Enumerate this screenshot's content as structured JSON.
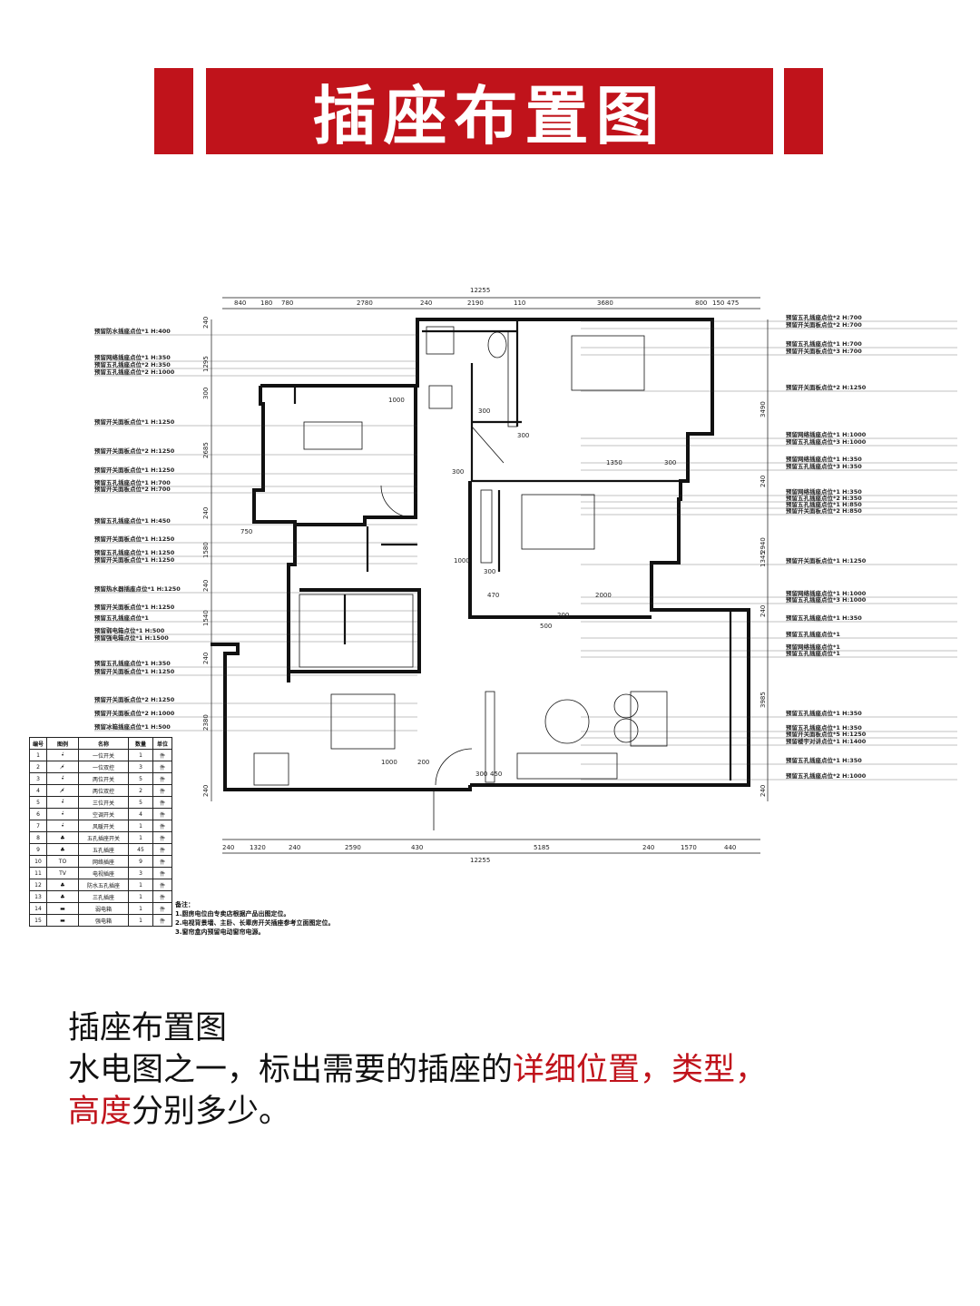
{
  "banner": {
    "title": "插座布置图"
  },
  "plan": {
    "overall_width": "12255",
    "top_dims": [
      "840",
      "180",
      "780",
      "2780",
      "240",
      "2190",
      "110",
      "3680",
      "800",
      "150",
      "475"
    ],
    "bottom_dims": [
      "240",
      "1320",
      "240",
      "2590",
      "430",
      "5185",
      "240",
      "1570",
      "440"
    ],
    "left_dims": [
      "240",
      "1295",
      "300",
      "2685",
      "240",
      "1580",
      "240",
      "1540",
      "240",
      "2380",
      "240"
    ],
    "right_dims": [
      "3490",
      "240",
      "2940",
      "1345",
      "240",
      "3985",
      "240"
    ],
    "inner_dims": [
      "1000",
      "300",
      "1350",
      "300",
      "300",
      "470",
      "2000",
      "750",
      "1000",
      "200",
      "300",
      "450",
      "300",
      "300",
      "1000",
      "200",
      "500"
    ],
    "left_tags": [
      "预留防水插座点位*1   H:400",
      "预留网络插座点位*1   H:350",
      "预留五孔插座点位*2   H:350",
      "预留五孔插座点位*2   H:1000",
      "预留开关面板点位*1   H:1250",
      "预留开关面板点位*2   H:1250",
      "预留开关面板点位*1   H:1250",
      "预留五孔插座点位*1   H:700",
      "预留开关面板点位*2   H:700",
      "预留五孔插座点位*1   H:450",
      "预留开关面板点位*1   H:1250",
      "预留五孔插座点位*1   H:1250",
      "预留开关面板点位*1   H:1250",
      "预留热水器插座点位*1 H:1250",
      "预留开关面板点位*1   H:1250",
      "预留五孔插座点位*1",
      "预留弱电箱点位*1   H:500",
      "预留强电箱点位*1   H:1500",
      "预留五孔插座点位*1   H:350",
      "预留开关面板点位*1   H:1250",
      "预留开关面板点位*2   H:1250",
      "预留开关面板点位*2   H:1000",
      "预留冰箱插座点位*1   H:500"
    ],
    "right_tags": [
      "预留五孔插座点位*2   H:700",
      "预留开关面板点位*2   H:700",
      "预留五孔插座点位*1   H:700",
      "预留开关面板点位*3   H:700",
      "预留开关面板点位*2   H:1250",
      "预留网络插座点位*1   H:1000",
      "预留五孔插座点位*3   H:1000",
      "预留网络插座点位*1   H:350",
      "预留五孔插座点位*3   H:350",
      "预留网络插座点位*1   H:350",
      "预留五孔插座点位*2   H:350",
      "预留五孔插座点位*1   H:850",
      "预留开关面板点位*2   H:850",
      "预留开关面板点位*1   H:1250",
      "预留网络插座点位*1   H:1000",
      "预留五孔插座点位*3   H:1000",
      "预留五孔插座点位*1   H:350",
      "预留五孔插座点位*1",
      "预留网络插座点位*1",
      "预留五孔插座点位*1",
      "预留五孔插座点位*1   H:350",
      "预留五孔插座点位*1   H:350",
      "预留开关面板点位*5   H:1250",
      "预留楼宇对讲点位*1   H:1400",
      "预留五孔插座点位*1   H:350",
      "预留五孔插座点位*2   H:1000"
    ]
  },
  "legend": {
    "headers": [
      "编号",
      "图例",
      "名称",
      "数量",
      "单位"
    ],
    "rows": [
      [
        "1",
        "•́",
        "一位开关",
        "1",
        "件"
      ],
      [
        "2",
        "•̸",
        "一位双控",
        "3",
        "件"
      ],
      [
        "3",
        "•́́",
        "两位开关",
        "5",
        "件"
      ],
      [
        "4",
        "•̸̸",
        "两位双控",
        "2",
        "件"
      ],
      [
        "5",
        "•́́́",
        "三位开关",
        "5",
        "件"
      ],
      [
        "6",
        "•́",
        "空调开关",
        "4",
        "件"
      ],
      [
        "7",
        "•́",
        "风暖开关",
        "1",
        "件"
      ],
      [
        "8",
        "♣",
        "五孔插座开关",
        "1",
        "件"
      ],
      [
        "9",
        "♣",
        "五孔插座",
        "45",
        "件"
      ],
      [
        "10",
        "TO",
        "网络插座",
        "9",
        "件"
      ],
      [
        "11",
        "TV",
        "电视插座",
        "3",
        "件"
      ],
      [
        "12",
        "♣",
        "防水五孔插座",
        "1",
        "件"
      ],
      [
        "13",
        "♣",
        "三孔插座",
        "1",
        "件"
      ],
      [
        "14",
        "▬",
        "弱电箱",
        "1",
        "件"
      ],
      [
        "15",
        "▬",
        "强电箱",
        "1",
        "件"
      ]
    ]
  },
  "notes": {
    "title": "备注：",
    "lines": [
      "1.厨房电位由专卖店根据产品出图定位。",
      "2.电视背景墙、主卧、长辈房开关插座参考立面图定位。",
      "3.窗帘盒内预留电动窗帘电源。"
    ]
  },
  "caption": {
    "line1": "插座布置图",
    "line2_a": "水电图之一，标出需要的插座的",
    "line2_b": "详细位置，类型，",
    "line3_a": "高度",
    "line3_b": "分别多少。"
  },
  "colors": {
    "accent": "#c0131b"
  }
}
